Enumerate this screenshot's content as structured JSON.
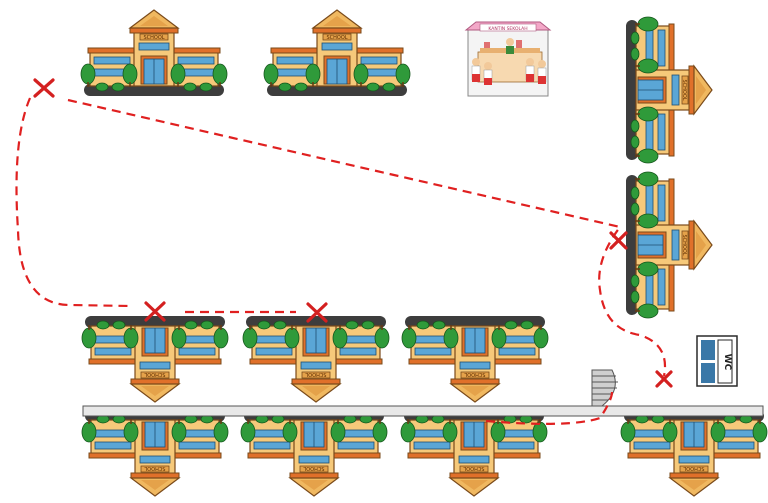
{
  "map": {
    "building_sign": "SCHOOL",
    "canteen_sign": "KANTIN SEKOLAH",
    "toilet_sign": "WC",
    "route_color": "#e02020",
    "marker_color": "#d42020",
    "building_count": 13
  },
  "colors": {
    "wall": "#f6c97a",
    "wall_dark": "#e5a24a",
    "trim": "#e0702a",
    "window": "#5aa6d6",
    "roof": "#4a4a4a",
    "tree": "#2f9a3a",
    "walkway": "#e8e8e8",
    "toilet": "#3a78a8"
  }
}
